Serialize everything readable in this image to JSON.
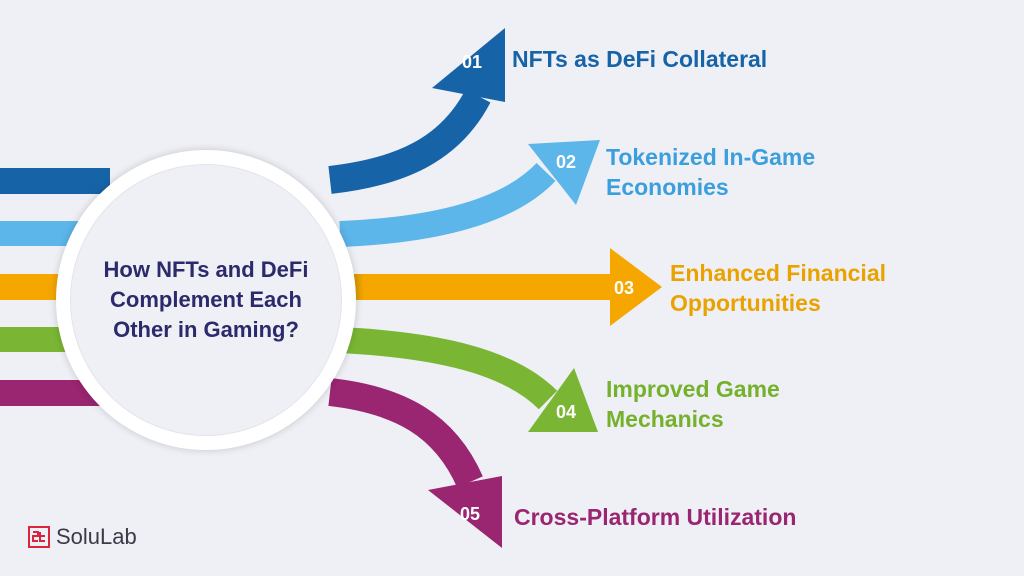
{
  "center": {
    "title": "How NFTs and DeFi Complement Each Other in Gaming?"
  },
  "items": [
    {
      "number": "01",
      "label": "NFTs as DeFi Collateral",
      "color": "#1763a8"
    },
    {
      "number": "02",
      "label": "Tokenized In-Game Economies",
      "color": "#5cb6e9"
    },
    {
      "number": "03",
      "label": "Enhanced Financial Opportunities",
      "color": "#f5a700"
    },
    {
      "number": "04",
      "label": "Improved Game Mechanics",
      "color": "#7ab633"
    },
    {
      "number": "05",
      "label": "Cross-Platform Utilization",
      "color": "#9a2570"
    }
  ],
  "brand": {
    "name": "SoluLab",
    "logo_color": "#d9263c"
  }
}
